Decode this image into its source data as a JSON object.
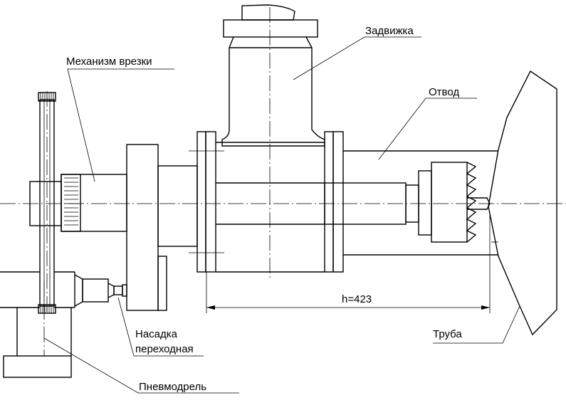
{
  "labels": {
    "valve": "Задвижка",
    "tapping_mechanism": "Механизм врезки",
    "branch": "Отвод",
    "dimension": "h=423",
    "pipe": "Труба",
    "adapter_line1": "Насадка",
    "adapter_line2": "переходная",
    "pneumatic_mandrel": "Пневмодрель"
  }
}
